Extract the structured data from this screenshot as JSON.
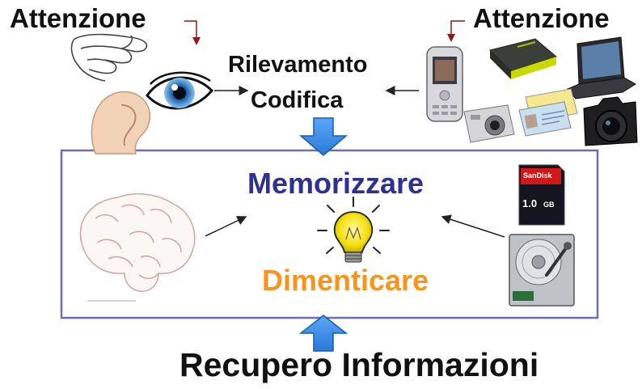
{
  "labels": {
    "attention_left": "Attenzione",
    "attention_right": "Attenzione",
    "detection": "Rilevamento",
    "encoding": "Codifica",
    "memorize": "Memorizzare",
    "forget": "Dimenticare",
    "retrieval": "Recupero Informazioni"
  },
  "sd_card": {
    "brand": "SanDisk",
    "capacity": "1.0",
    "unit": "GB"
  },
  "colors": {
    "text_main": "#111111",
    "memorize": "#2e3192",
    "forget": "#f7941d",
    "box_border": "#6d6db3",
    "big_arrow": "#3e8ee8",
    "small_arrow": "#8b1a1a"
  },
  "icons": [
    "hand-icon",
    "ear-icon",
    "eye-icon",
    "brain-icon",
    "lightbulb-icon",
    "cellphone-icon",
    "usb-drive-icon",
    "laptop-icon",
    "camera-icon",
    "id-card-icon",
    "dslr-camera-icon",
    "sd-card-icon",
    "hard-drive-icon"
  ]
}
